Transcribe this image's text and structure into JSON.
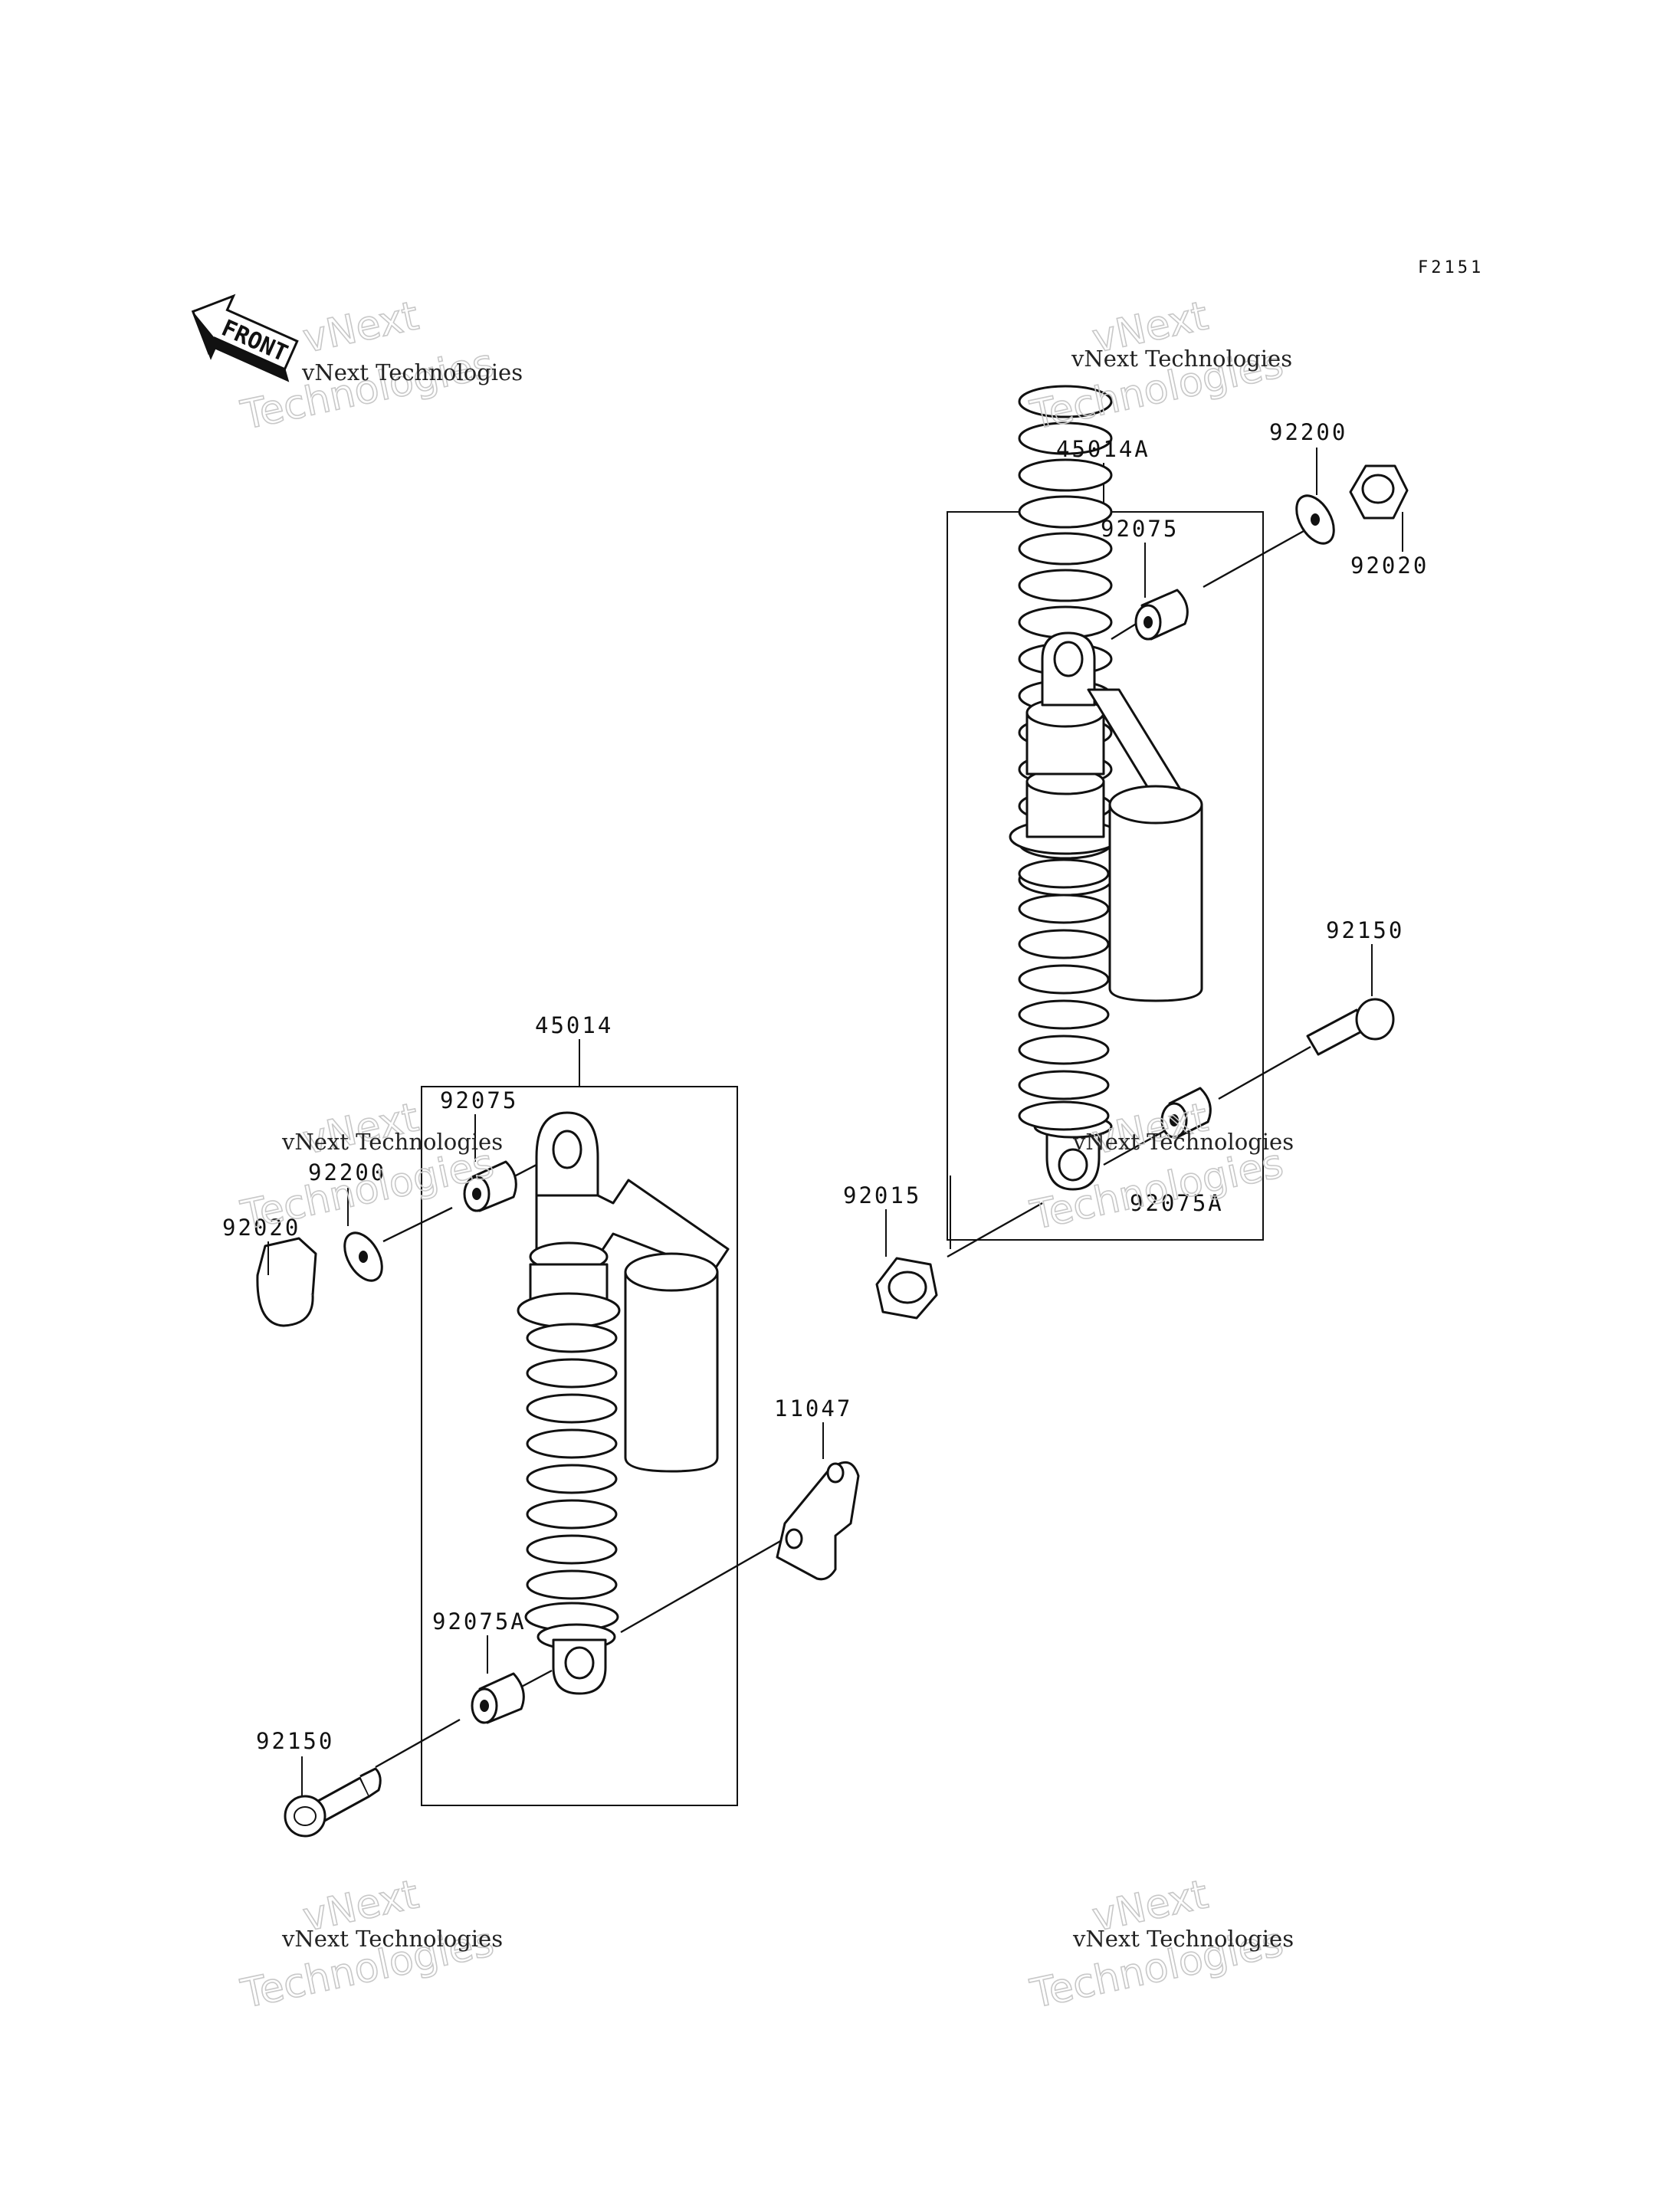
{
  "figure_number": "F2151",
  "front_label": "FRONT",
  "watermark": {
    "small": "vNext Technologies",
    "big_line1": "vNext",
    "big_line2": "Technologies"
  },
  "labels": {
    "assy_right": "45014A",
    "assy_left": "45014",
    "washer_right": "92200",
    "nut_right": "92020",
    "bushing_right_top": "92075",
    "bolt_right": "92150",
    "nut_right_bottom": "92015",
    "bushing_right_bottom": "92075A",
    "bushing_left_top": "92075",
    "washer_left": "92200",
    "nut_left": "92020",
    "bracket": "11047",
    "bushing_left_bottom": "92075A",
    "bolt_left": "92150"
  }
}
